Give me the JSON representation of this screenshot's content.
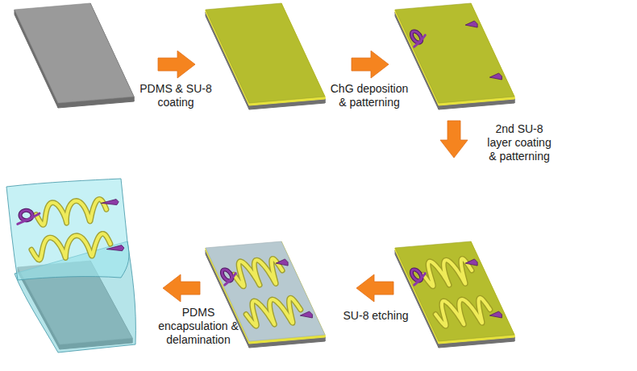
{
  "diagram": {
    "labels": [
      "PDMS & SU-8 coating",
      "ChG deposition & patterning",
      "2nd SU-8 layer coating & patterning",
      "SU-8 etching",
      "PDMS encapsulation & delamination"
    ]
  }
}
